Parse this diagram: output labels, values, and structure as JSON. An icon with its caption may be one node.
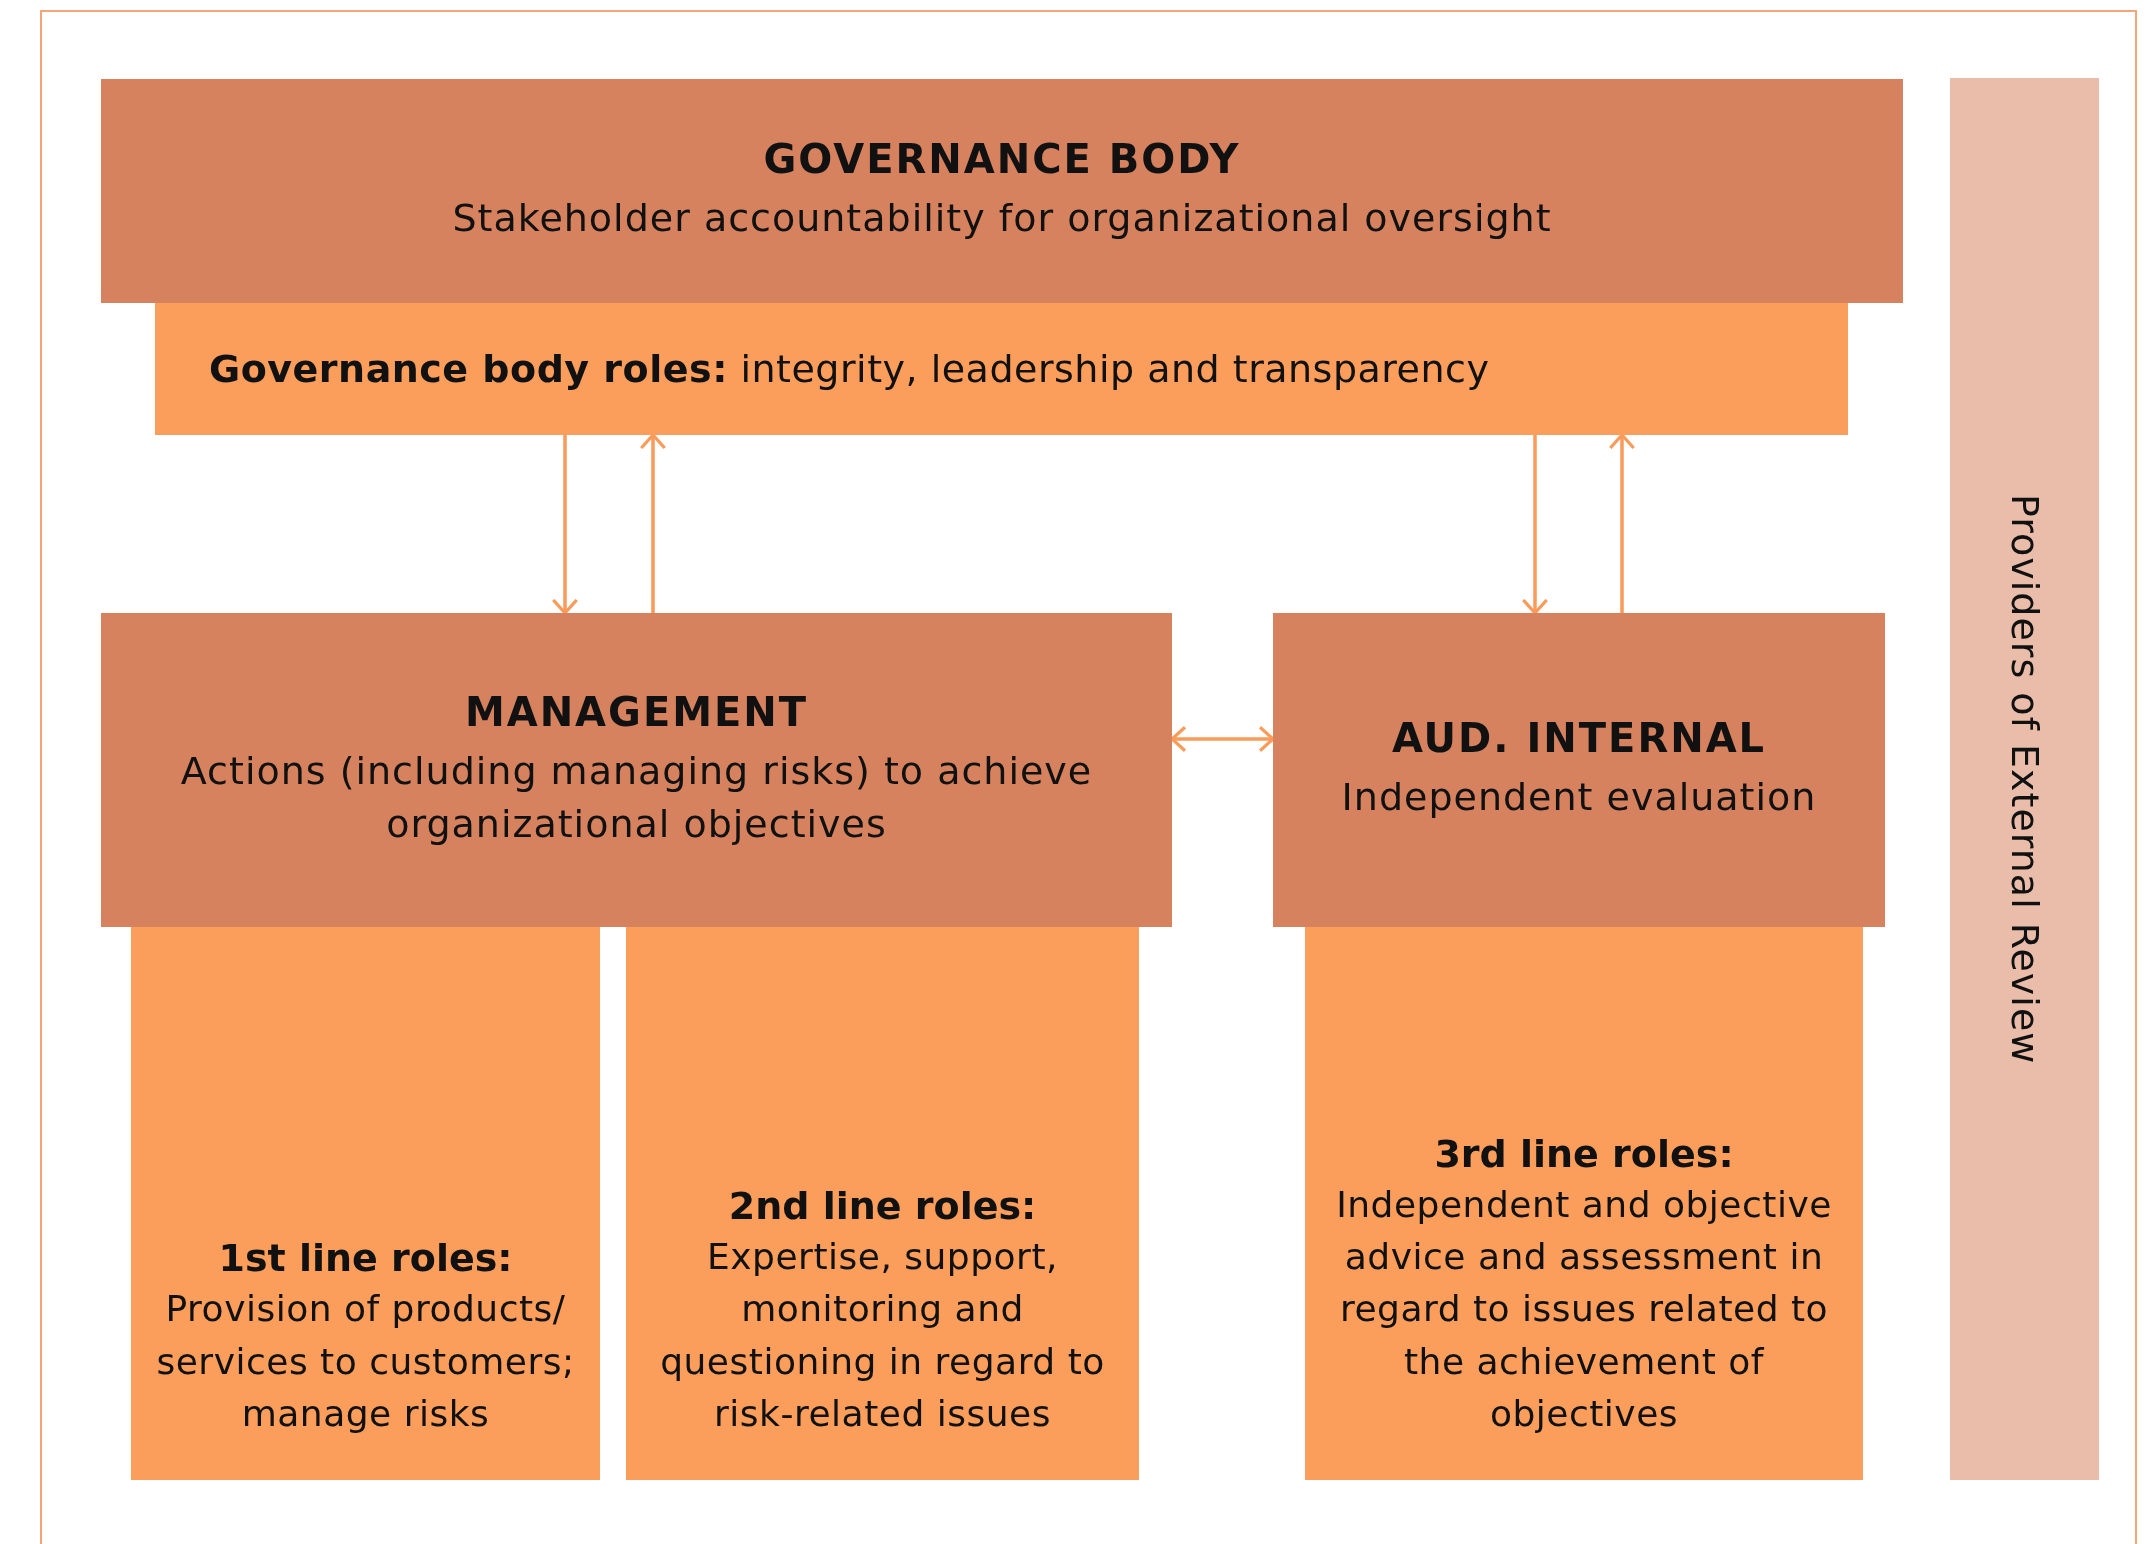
{
  "diagram": {
    "nodes": [
      {
        "text": [
          "GOVERNANCE BODY",
          "Stakeholder accountability for organizational oversight"
        ]
      },
      {
        "text": [
          "**Governance body roles:** integrity, leadership and transparency"
        ]
      },
      {
        "text": [
          "MANAGEMENT",
          "Actions (including managing risks) to achieve organizational objectives"
        ]
      },
      {
        "text": [
          "AUD. INTERNAL",
          "Independent evaluation"
        ]
      },
      {
        "text": [
          "1st line roles:",
          "Provision of products/ services to customers; manage risks"
        ]
      },
      {
        "text": [
          "2nd line roles:",
          "Expertise, support, monitoring and questioning in regard to risk-related issues"
        ]
      },
      {
        "text": [
          "3rd line roles:",
          "Independent and objective advice and assessment in regard to issues related to the achievement of objectives"
        ]
      },
      {
        "text": [
          "Providers of External Review"
        ]
      }
    ],
    "edges": [
      {
        "from": 1,
        "to": 2,
        "arrow": "to"
      },
      {
        "from": 2,
        "to": 1,
        "arrow": "to"
      },
      {
        "from": 1,
        "to": 3,
        "arrow": "to"
      },
      {
        "from": 3,
        "to": 1,
        "arrow": "to"
      },
      {
        "from": 2,
        "to": 3,
        "arrow": "both"
      }
    ]
  }
}
